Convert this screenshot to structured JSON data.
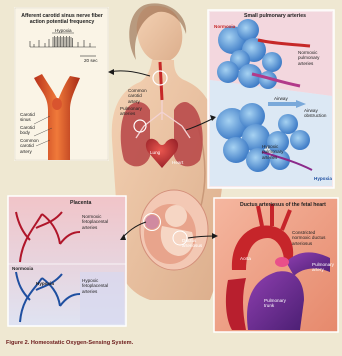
{
  "figure": {
    "caption": "Figure 2. Homeostatic Oxygen-Sensing System."
  },
  "body_labels": {
    "common_carotid_artery": "Common carotid artery",
    "pulmonary_arteries": "Pulmonary arteries",
    "lung": "Lung",
    "heart": "Heart",
    "ductus_arteriosus": "Ductus arteriosus"
  },
  "panels": {
    "carotid": {
      "title": "Afferent carotid sinus nerve fiber action potential frequency",
      "trace_label": "Hypoxia",
      "scale_label": "20 sec",
      "labels": {
        "carotid_sinus": "Carotid sinus",
        "carotid_body": "Carotid body",
        "common_carotid_artery": "Common carotid artery"
      }
    },
    "pulmonary": {
      "title": "Small pulmonary arteries",
      "labels": {
        "normoxia": "Normoxia",
        "normoxic_arteries": "Normoxic pulmonary arteries",
        "airway": "Airway",
        "airway_obstruction": "Airway obstruction",
        "hypoxic_arteries": "Hypoxic pulmonary arteries",
        "hypoxia": "Hypoxia"
      }
    },
    "placenta": {
      "title": "Placenta",
      "labels": {
        "normoxic_fetoplacental": "Normoxic fetoplacental arteries",
        "normoxia": "Normoxia",
        "hypoxia": "Hypoxia",
        "hypoxic_fetoplacental": "Hypoxic fetoplacental arteries"
      }
    },
    "ductus": {
      "title": "Ductus arteriosus of the fetal heart",
      "labels": {
        "constricted_ductus": "Constricted normoxic ductus arteriosus",
        "aorta": "Aorta",
        "pulmonary_artery": "Pulmonary artery",
        "pulmonary_trunk": "Pulmonary trunk"
      }
    }
  },
  "colors": {
    "background": "#efe8d2",
    "hypoxia_blue": "#3a78c8",
    "normoxia_red": "#c62828",
    "panel_border": "#f2f2f2"
  }
}
